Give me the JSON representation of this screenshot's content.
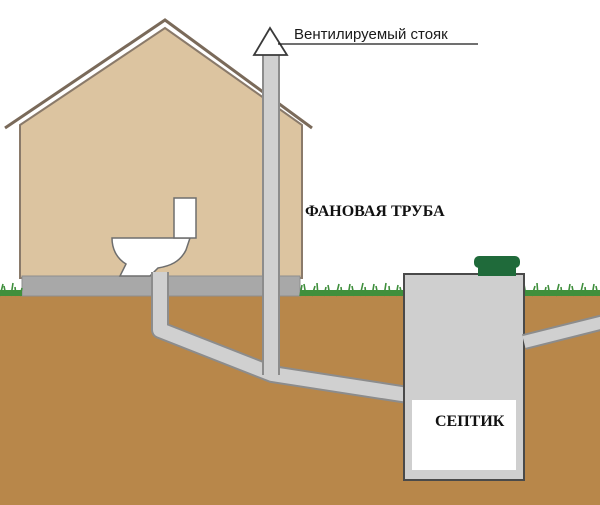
{
  "labels": {
    "vent_stack": "Вентилируемый стояк",
    "fan_pipe": "ФАНОВАЯ ТРУБА",
    "septic": "СЕПТИК"
  },
  "colors": {
    "house_wall": "#dcc4a0",
    "house_outline": "#8a7a6a",
    "soil": "#b8874a",
    "grass": "#3f8f3c",
    "foundation": "#a8a8a8",
    "pipe": "#d0d0d0",
    "pipe_outline": "#8c8c8c",
    "septic_body": "#cfcfcf",
    "septic_lid": "#1f6a3a",
    "toilet": "#ffffff",
    "sky": "#ffffff"
  }
}
